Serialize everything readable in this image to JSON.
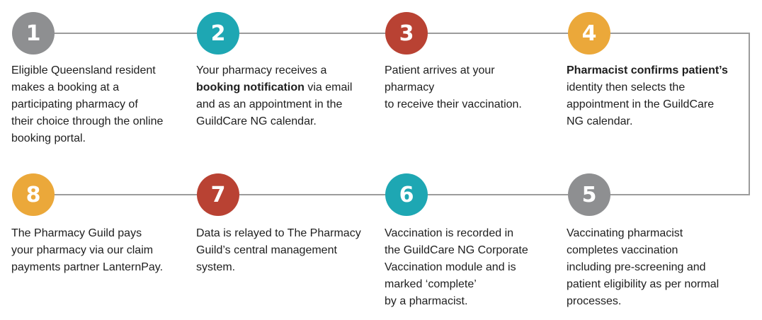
{
  "colors": {
    "grey": "#8e8f91",
    "teal": "#1ea7b3",
    "red": "#b94233",
    "orange": "#eba83a",
    "line": "#9c9c9c"
  },
  "steps": [
    {
      "number": "1",
      "color": "grey",
      "lines": [
        [
          "Eligible Queensland resident"
        ],
        [
          "makes a booking at a"
        ],
        [
          "participating pharmacy of"
        ],
        [
          "their choice through the online"
        ],
        [
          "booking portal."
        ]
      ]
    },
    {
      "number": "2",
      "color": "teal",
      "lines": [
        [
          "Your pharmacy receives a"
        ],
        [
          "",
          "booking notification",
          " via email"
        ],
        [
          "and as an appointment in the"
        ],
        [
          "GuildCare NG calendar."
        ]
      ]
    },
    {
      "number": "3",
      "color": "red",
      "lines": [
        [
          "Patient arrives at your"
        ],
        [
          "pharmacy"
        ],
        [
          "to receive their vaccination."
        ]
      ]
    },
    {
      "number": "4",
      "color": "orange",
      "lines": [
        [
          "",
          "Pharmacist confirms patient’s"
        ],
        [
          "identity then selects the"
        ],
        [
          "appointment in the GuildCare"
        ],
        [
          "NG calendar."
        ]
      ]
    },
    {
      "number": "5",
      "color": "grey",
      "lines": [
        [
          "Vaccinating pharmacist"
        ],
        [
          "completes vaccination"
        ],
        [
          "including pre-screening and"
        ],
        [
          "patient eligibility as per normal"
        ],
        [
          "processes."
        ]
      ]
    },
    {
      "number": "6",
      "color": "teal",
      "lines": [
        [
          "Vaccination is recorded in"
        ],
        [
          "the GuildCare NG Corporate"
        ],
        [
          "Vaccination module and is"
        ],
        [
          "marked ‘complete’"
        ],
        [
          "by a pharmacist."
        ]
      ]
    },
    {
      "number": "7",
      "color": "red",
      "lines": [
        [
          "Data is relayed to The Pharmacy"
        ],
        [
          "Guild’s central management"
        ],
        [
          "system."
        ]
      ]
    },
    {
      "number": "8",
      "color": "orange",
      "lines": [
        [
          "The Pharmacy Guild pays"
        ],
        [
          "your pharmacy via our claim"
        ],
        [
          "payments partner LanternPay."
        ]
      ]
    }
  ]
}
